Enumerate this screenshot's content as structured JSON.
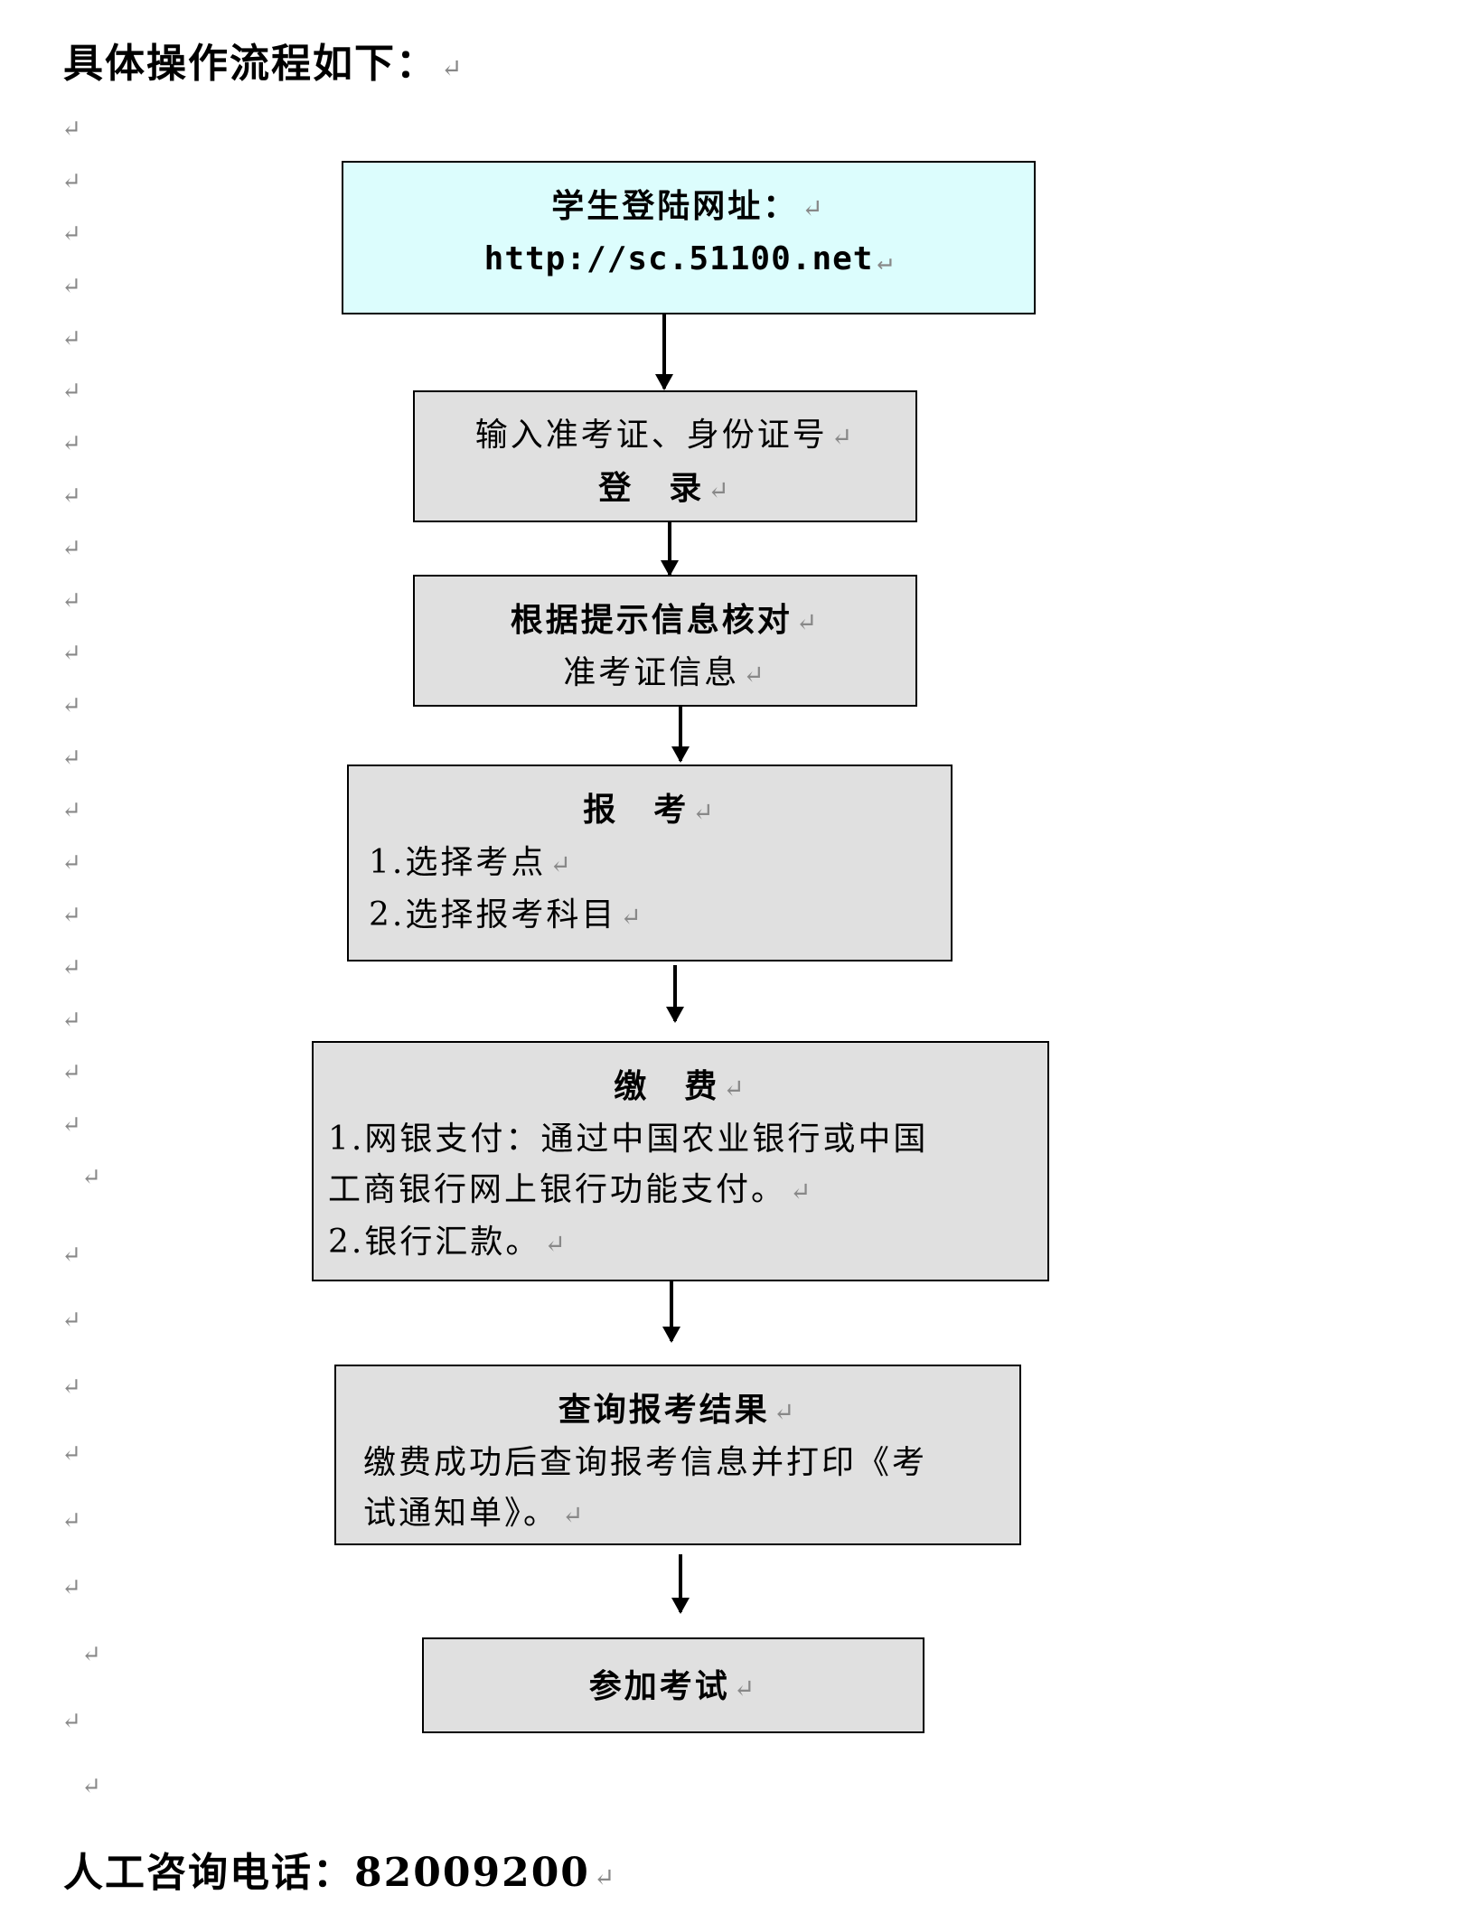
{
  "title": "具体操作流程如下：",
  "paragraph_mark": "↵",
  "steps": {
    "site": {
      "label": "学生登陆网址：",
      "url": "http://sc.51100.net"
    },
    "login": {
      "line1": "输入准考证、身份证号",
      "line2": "登　录"
    },
    "verify": {
      "line1": "根据提示信息核对",
      "line2": "准考证信息"
    },
    "register": {
      "title": "报　考",
      "item1": "1.选择考点",
      "item2": "2.选择报考科目"
    },
    "pay": {
      "title": "缴　费",
      "item1a": "1.网银支付：通过中国农业银行或中国",
      "item1b": "工商银行网上银行功能支付。",
      "item2": "2.银行汇款。"
    },
    "result": {
      "title": "查询报考结果",
      "desc1": "缴费成功后查询报考信息并打印《考",
      "desc2": "试通知单》。"
    },
    "exam": {
      "title": "参加考试"
    }
  },
  "footer": "人工咨询电话：82009200"
}
